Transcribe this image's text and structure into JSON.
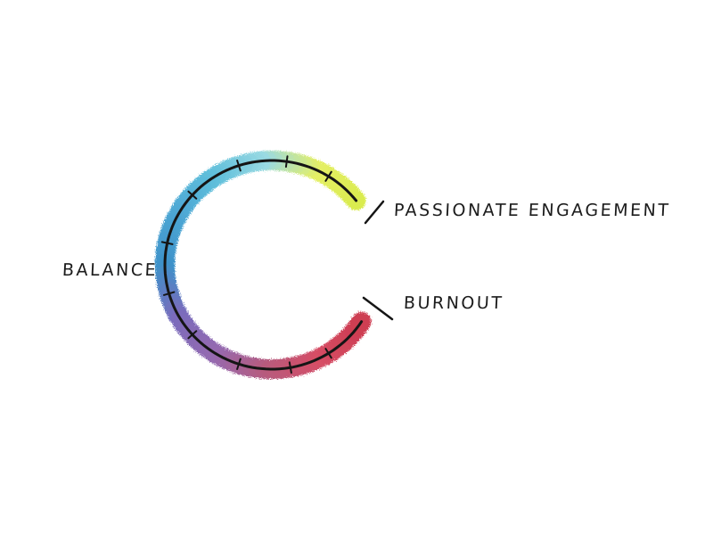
{
  "diagram": {
    "labels": {
      "passionate_engagement": "PASSIONATE ENGAGEMENT",
      "balance": "BALANCE",
      "burnout": "BURNOUT"
    },
    "arc_colors": [
      "#d6ea3a",
      "#e2ee55",
      "#8fd6e0",
      "#4fb9d8",
      "#3a9ed0",
      "#2a86c4",
      "#6d5bb5",
      "#8a5aa8",
      "#b04a70",
      "#d23a55",
      "#c8283f"
    ]
  }
}
